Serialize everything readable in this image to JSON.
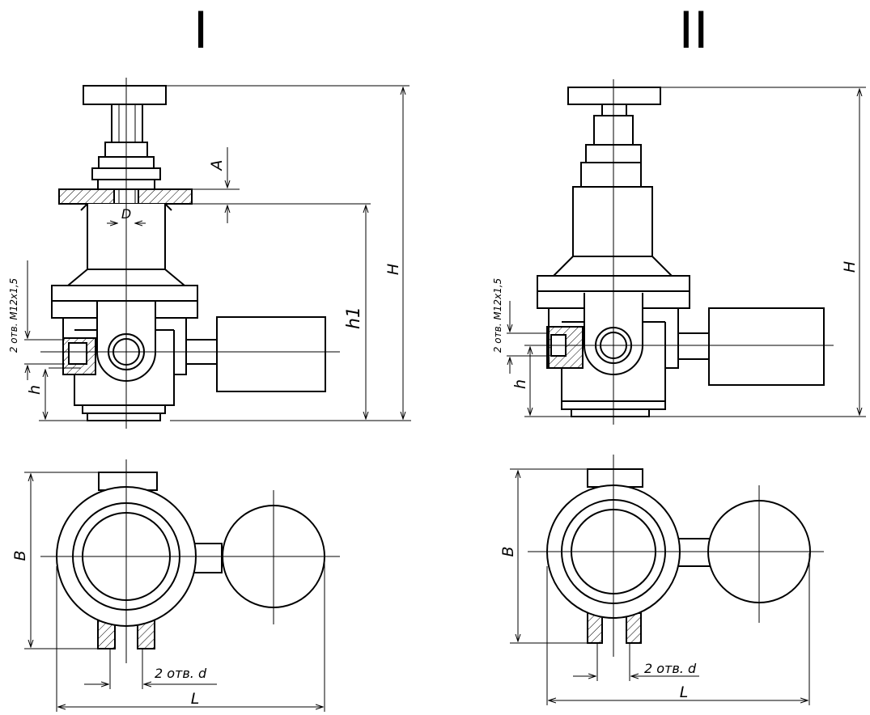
{
  "views": {
    "one": {
      "title": "I",
      "dim_H": "H",
      "dim_h1": "h1",
      "dim_h": "h",
      "dim_A": "A",
      "dim_D": "D",
      "dim_thread": "2 отв. М12х1,5",
      "dim_B": "B",
      "dim_L": "L",
      "dim_holes": "2 отв. d"
    },
    "two": {
      "title": "II",
      "dim_H": "H",
      "dim_h": "h",
      "dim_thread": "2 отв. М12х1,5",
      "dim_B": "B",
      "dim_L": "L",
      "dim_holes": "2 отв. d"
    }
  }
}
